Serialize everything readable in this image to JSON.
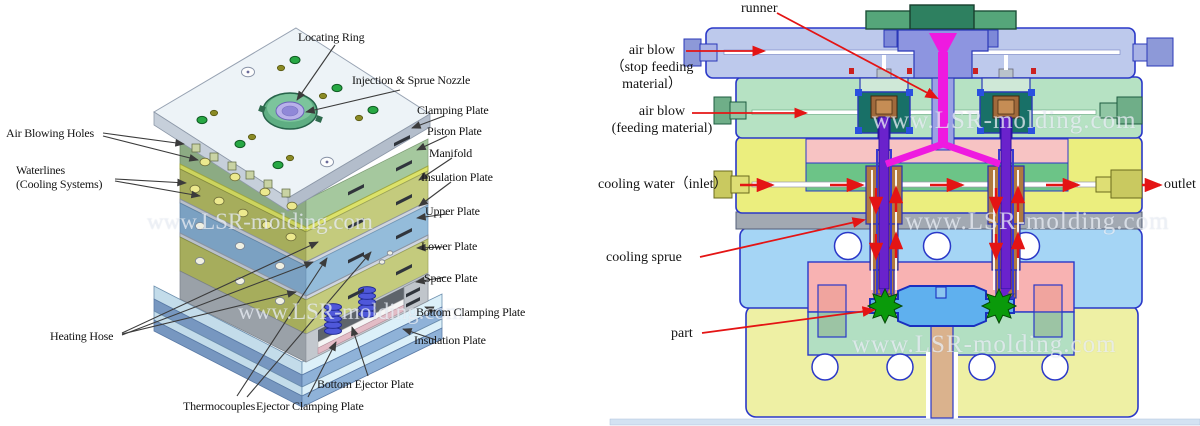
{
  "watermark": "www.LSR-molding.com",
  "left_diagram": {
    "type": "3d-mold-assembly-view",
    "labels": {
      "locating_ring": "Locating Ring",
      "injection_sprue_nozzle": "Injection & Sprue Nozzle",
      "clamping_plate": "Clamping Plate",
      "piston_plate": "Piston Plate",
      "manifold": "Manifold",
      "insulation_plate_top": "Insulation Plate",
      "upper_plate": "Upper Plate",
      "lower_plate": "Lower Plate",
      "space_plate": "Space Plate",
      "bottom_clamping_plate": "Bottom Clamping Plate",
      "insulation_plate_bottom": "Insulation Plate",
      "bottom_ejector_plate": "Bottom Ejector Plate",
      "ejector_clamping_plate": "Ejector Clamping Plate",
      "thermocouples": "Thermocouples",
      "heating_hose": "Heating Hose",
      "air_blowing_holes": "Air Blowing Holes",
      "waterlines": "Waterlines\n(Cooling Systems)"
    }
  },
  "right_diagram": {
    "type": "mold-cross-section-view",
    "labels": {
      "runner": "runner",
      "air_blow_stop": "air blow\n（stop feeding\nmaterial）",
      "air_blow_feed": "air blow\n(feeding material)",
      "cooling_water_inlet": "cooling water（inlet）",
      "outlet": "outlet",
      "cooling_sprue": "cooling sprue",
      "part": "part"
    }
  },
  "colors": {
    "arrow_red": "#e41414",
    "leader_dark": "#3b3b3b",
    "runner_magenta": "#ee1ae0",
    "part_green": "#0a9a0a",
    "top_plate_blue": "#bdc9ec",
    "air_plate_mint": "#b6e2c3",
    "water_plate_yellow": "#ebee7e"
  }
}
